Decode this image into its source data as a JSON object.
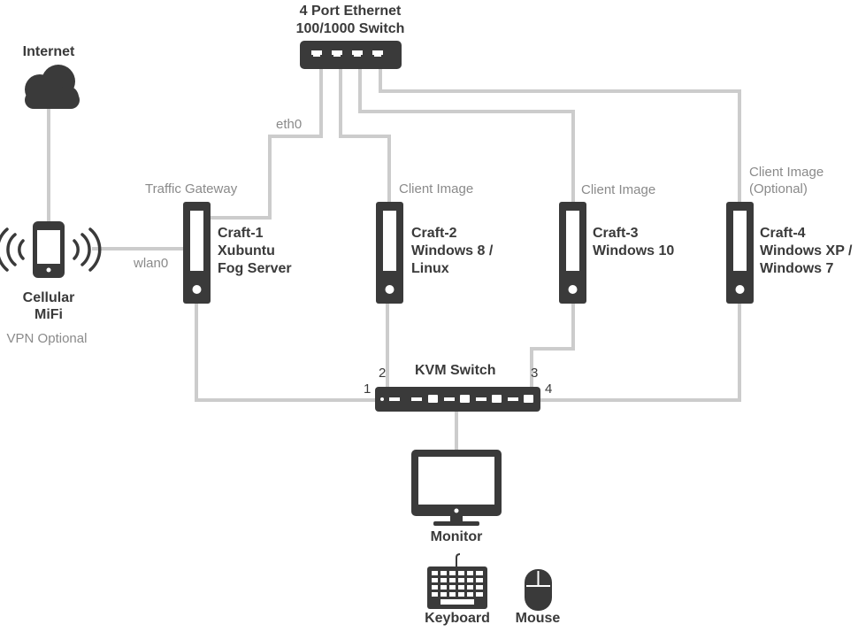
{
  "switch": {
    "line1": "4 Port Ethernet",
    "line2": "100/1000 Switch"
  },
  "internet": {
    "label": "Internet"
  },
  "mifi": {
    "line1": "Cellular",
    "line2": "MiFi",
    "note": "VPN Optional",
    "link_label": "wlan0"
  },
  "gateway": {
    "role": "Traffic Gateway",
    "link_label": "eth0"
  },
  "craft1": {
    "line1": "Craft-1",
    "line2": "Xubuntu",
    "line3": "Fog Server"
  },
  "craft2": {
    "role": "Client Image",
    "line1": "Craft-2",
    "line2": "Windows 8 /",
    "line3": "Linux"
  },
  "craft3": {
    "role": "Client Image",
    "line1": "Craft-3",
    "line2": "Windows 10"
  },
  "craft4": {
    "role_line1": "Client Image",
    "role_line2": "(Optional)",
    "line1": "Craft-4",
    "line2": "Windows XP /",
    "line3": "Windows 7"
  },
  "kvm": {
    "label": "KVM Switch",
    "port1": "1",
    "port2": "2",
    "port3": "3",
    "port4": "4"
  },
  "monitor": {
    "label": "Monitor"
  },
  "keyboard": {
    "label": "Keyboard"
  },
  "mouse": {
    "label": "Mouse"
  },
  "colors": {
    "device": "#3a3a3a",
    "link": "#cccccc",
    "label_light": "#8a8a8a"
  }
}
